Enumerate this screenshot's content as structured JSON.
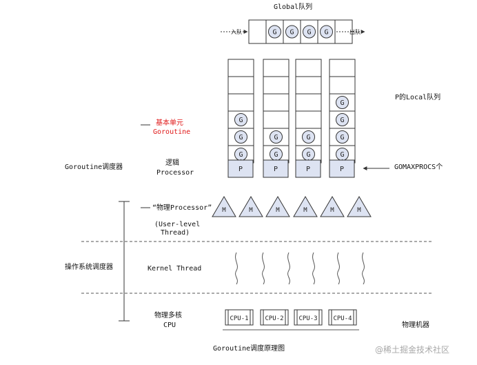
{
  "global_queue": {
    "title": "Global队列",
    "enqueue_label": "入队",
    "dequeue_label": "出队",
    "item_label": "G",
    "item_count": 4,
    "slot_count": 6
  },
  "local_queues": {
    "title": "P的Local队列",
    "item_label": "G",
    "g_counts": [
      3,
      2,
      2,
      4
    ],
    "slot_count": 6
  },
  "processors": {
    "item_label": "P",
    "count": 4,
    "gomaxprocs_label": "GOMAXPROCS个"
  },
  "machines": {
    "item_label": "M",
    "count": 6
  },
  "cpus": [
    "CPU-1",
    "CPU-2",
    "CPU-3",
    "CPU-4"
  ],
  "labels": {
    "basic_unit": "基本单元",
    "goroutine": "Goroutine",
    "goroutine_scheduler": "Goroutine调度器",
    "logic": "逻辑",
    "processor": "Processor",
    "physical_processor": "“物理Processor”",
    "user_level": "(User-level",
    "thread": "Thread)",
    "os_scheduler": "操作系统调度器",
    "kernel_thread": "Kernel Thread",
    "multi_core": "物理多核",
    "cpu": "CPU",
    "machine": "物理机器",
    "caption": "Goroutine调度原理图",
    "watermark": "@稀土掘金技术社区"
  },
  "colors": {
    "box_fill": "#dde3f2",
    "stroke": "#333333",
    "accent_red": "#e01818"
  }
}
